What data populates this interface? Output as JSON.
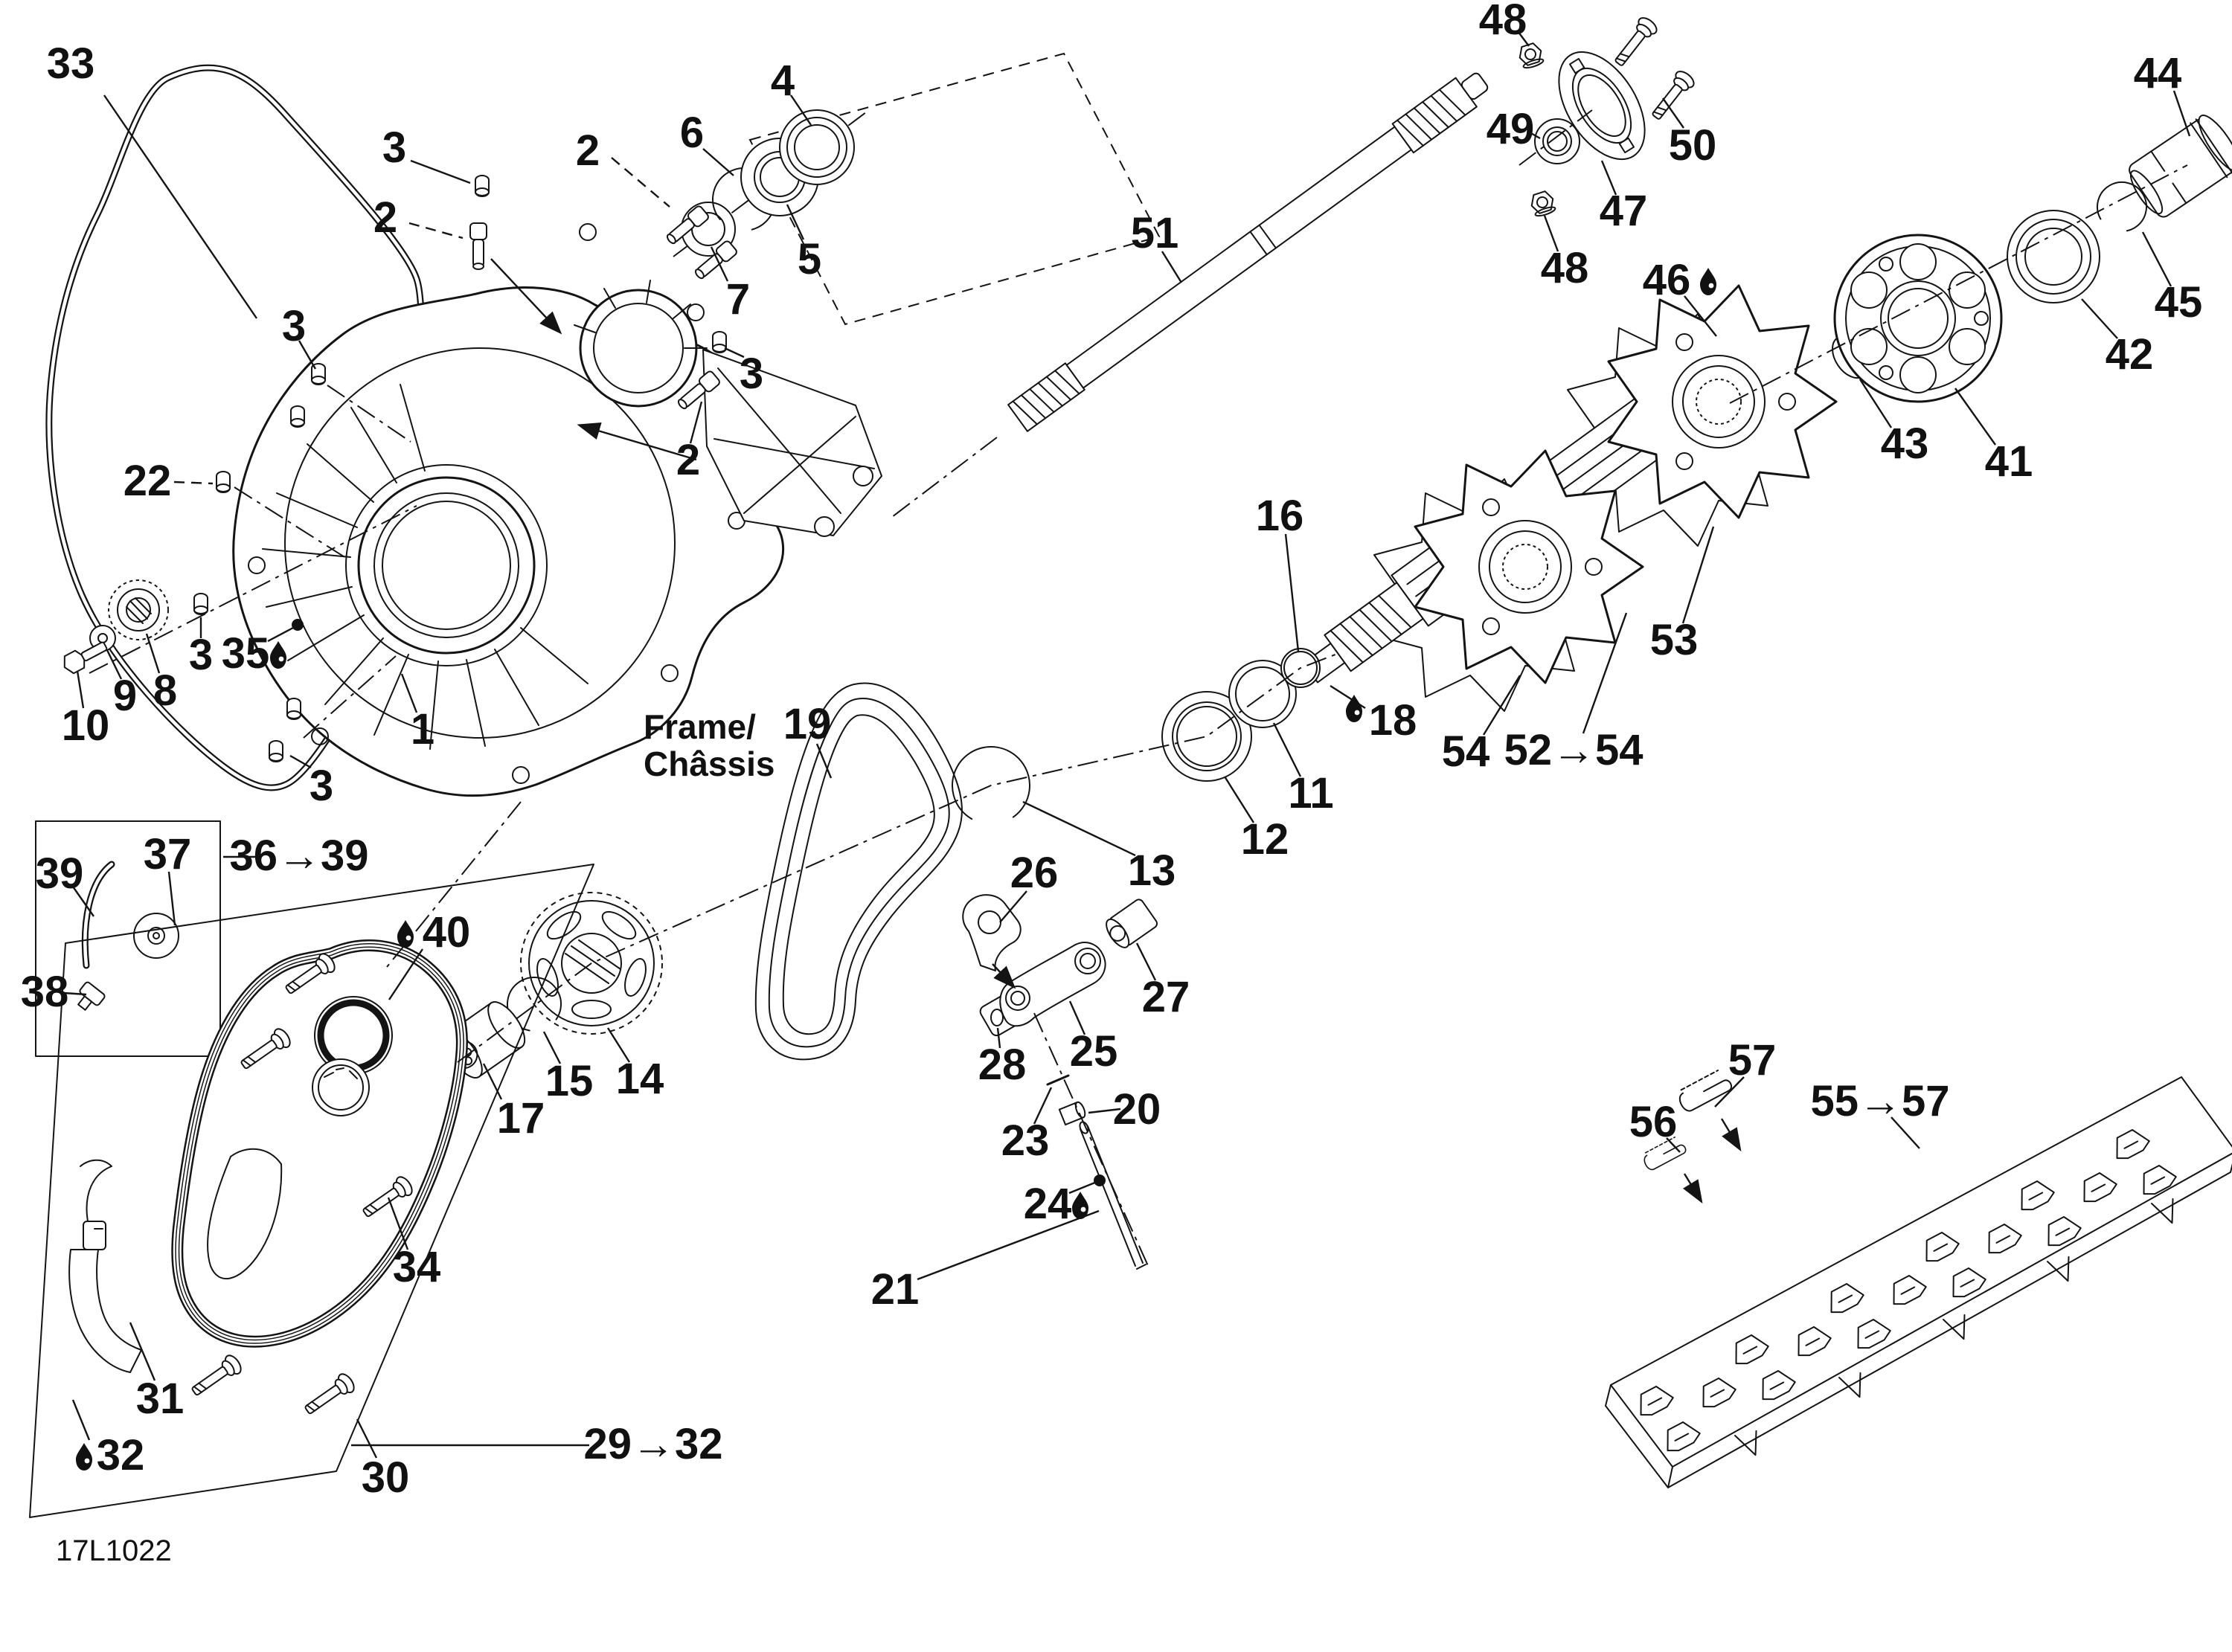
{
  "diagram": {
    "code": "17L1022",
    "frame_label": {
      "line1": "Frame/",
      "line2": "Châssis"
    },
    "oil_accent_color": "#111111",
    "line_color": "#141414",
    "callouts": [
      {
        "t": "33",
        "oil": false
      },
      {
        "t": "3",
        "oil": false
      },
      {
        "t": "2",
        "oil": false
      },
      {
        "t": "2",
        "oil": false
      },
      {
        "t": "6",
        "oil": false
      },
      {
        "t": "4",
        "oil": false
      },
      {
        "t": "5",
        "oil": false
      },
      {
        "t": "7",
        "oil": false
      },
      {
        "t": "3",
        "oil": false
      },
      {
        "t": "2",
        "oil": false
      },
      {
        "t": "3",
        "oil": false
      },
      {
        "t": "22",
        "oil": false
      },
      {
        "t": "35",
        "oil": true
      },
      {
        "t": "3",
        "oil": false
      },
      {
        "t": "8",
        "oil": false
      },
      {
        "t": "9",
        "oil": false
      },
      {
        "t": "10",
        "oil": false
      },
      {
        "t": "3",
        "oil": false
      },
      {
        "t": "1",
        "oil": false
      },
      {
        "t": "19",
        "oil": false
      },
      {
        "t": "16",
        "oil": false
      },
      {
        "t": "18",
        "oil": true
      },
      {
        "t": "11",
        "oil": false
      },
      {
        "t": "12",
        "oil": false
      },
      {
        "t": "13",
        "oil": false
      },
      {
        "t": "26",
        "oil": false
      },
      {
        "t": "27",
        "oil": false
      },
      {
        "t": "25",
        "oil": false
      },
      {
        "t": "28",
        "oil": false
      },
      {
        "t": "23",
        "oil": false
      },
      {
        "t": "20",
        "oil": false
      },
      {
        "t": "24",
        "oil": true
      },
      {
        "t": "21",
        "oil": false
      },
      {
        "t": "17",
        "oil": false
      },
      {
        "t": "15",
        "oil": false
      },
      {
        "t": "14",
        "oil": false
      },
      {
        "t": "51",
        "oil": false
      },
      {
        "t": "48",
        "oil": false
      },
      {
        "t": "49",
        "oil": false
      },
      {
        "t": "50",
        "oil": false
      },
      {
        "t": "47",
        "oil": false
      },
      {
        "t": "48",
        "oil": false
      },
      {
        "t": "46",
        "oil": true
      },
      {
        "t": "44",
        "oil": false
      },
      {
        "t": "45",
        "oil": false
      },
      {
        "t": "42",
        "oil": false
      },
      {
        "t": "43",
        "oil": false
      },
      {
        "t": "41",
        "oil": false
      },
      {
        "t": "53",
        "oil": false
      },
      {
        "t": "54",
        "oil": false
      },
      {
        "t": "52→54",
        "oil": false
      },
      {
        "t": "36→39",
        "oil": false
      },
      {
        "t": "37",
        "oil": false
      },
      {
        "t": "39",
        "oil": false
      },
      {
        "t": "38",
        "oil": false
      },
      {
        "t": "40",
        "oil": true
      },
      {
        "t": "34",
        "oil": false
      },
      {
        "t": "31",
        "oil": false
      },
      {
        "t": "32",
        "oil": true
      },
      {
        "t": "30",
        "oil": false
      },
      {
        "t": "29→32",
        "oil": false
      },
      {
        "t": "57",
        "oil": false
      },
      {
        "t": "56",
        "oil": false
      },
      {
        "t": "55→57",
        "oil": false
      }
    ]
  }
}
